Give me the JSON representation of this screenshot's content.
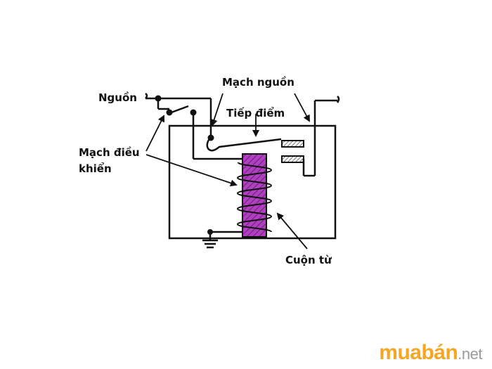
{
  "labels": {
    "nguon": "Nguồn",
    "mach_nguon": "Mạch nguồn",
    "tiep_diem": "Tiếp điểm",
    "mach_dieu_khien_line1": "Mạch điều",
    "mach_dieu_khien_line2": "khiển",
    "cuon_tu": "Cuộn từ"
  },
  "watermark": {
    "main": "muabán",
    "tld": ".net"
  },
  "colors": {
    "line": "#111111",
    "coil_fill": "#b040c0",
    "coil_hatch": "#6a1f7a",
    "contact_hatch": "#555555",
    "watermark_orange": "#f5a623",
    "watermark_gray": "#9a9a9a"
  }
}
